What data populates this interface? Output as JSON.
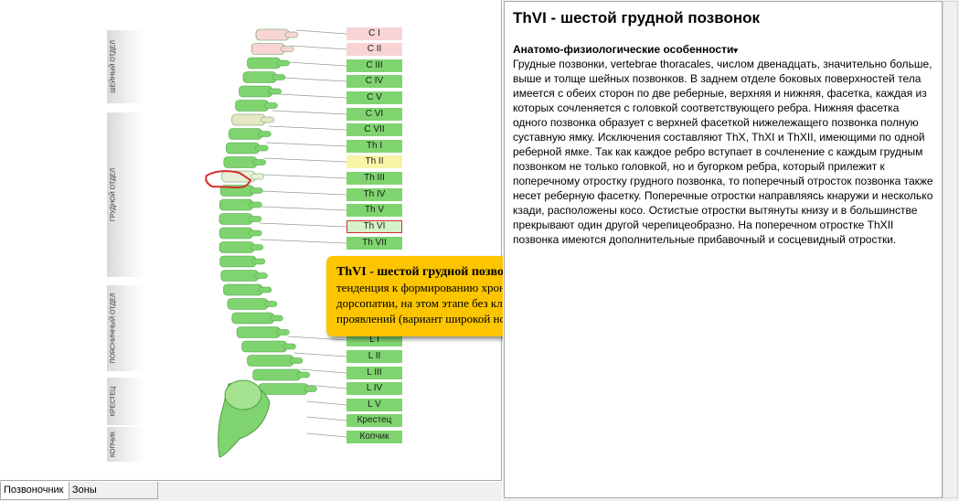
{
  "left": {
    "regions": [
      {
        "label": "ШЕЙНЫЙ ОТДЕЛ"
      },
      {
        "label": "ГРУДНОЙ ОТДЕЛ"
      },
      {
        "label": "ПОЯСНИЧНЫЙ ОТДЕЛ"
      },
      {
        "label": "КРЕСТЕЦ"
      },
      {
        "label": "КОПЧИК"
      }
    ],
    "vertebrae": [
      "C I",
      "C II",
      "C III",
      "C IV",
      "C V",
      "C VI",
      "C VII",
      "Th I",
      "Th II",
      "Th III",
      "Th IV",
      "Th V",
      "Th VI",
      "Th VII",
      "L I",
      "L II",
      "L III",
      "L IV",
      "L V",
      "Крестец",
      "Копчик"
    ],
    "selected": "Th VI"
  },
  "tabs": [
    {
      "label": "Позвоночник"
    },
    {
      "label": "Зоны иннервации"
    }
  ],
  "tooltip": {
    "title": "ThVI - шестой грудной позвонок",
    "body": "тенденция к формированию хронической дорсопатии, на этом этапе без клинических проявлений (вариант широкой нормы)"
  },
  "article": {
    "title": "ThVI - шестой грудной позвонок",
    "subtitle": "Анатомо-физиологические особенности",
    "subtitle_arrow": "▾",
    "text": "Грудные позвонки, vertebrae thoracales, числом двенадцать, значительно больше, выше и толще шейных позвонков. В заднем отделе боковых поверхностей тела имеется с обеих сторон по две реберные, верхняя и нижняя, фасетка, каждая из которых сочленяется с головкой соответствующего ребра. Нижняя фасетка одного позвонка образует с верхней фасеткой нижележащего позвонка полную суставную ямку. Исключения составляют ThX, ThXI и ThXII, имеющими по одной реберной ямке. Так как каждое ребро вступает в сочленение с каждым грудным позвонком не только головкой, но и бугорком ребра, который прилежит к поперечному отростку грудного позвонка, то поперечный отросток позвонка также несет реберную фасетку. Поперечные отростки направляясь кнаружи и несколько кзади, расположены косо. Остистые отростки вытянуты книзу и в большинстве прекрывают один другой черепицеобразно. На поперечном отростке ThXII позвонка имеются дополнительные прибавочный и сосцевидный отростки."
  },
  "colors": {
    "cervical_top": "#f8d4d4",
    "vertebra_green": "#7fd46f",
    "highlight_yellow": "#f9f5a8",
    "selected_border": "#d32f2f",
    "tooltip_bg": "#fcc500"
  }
}
